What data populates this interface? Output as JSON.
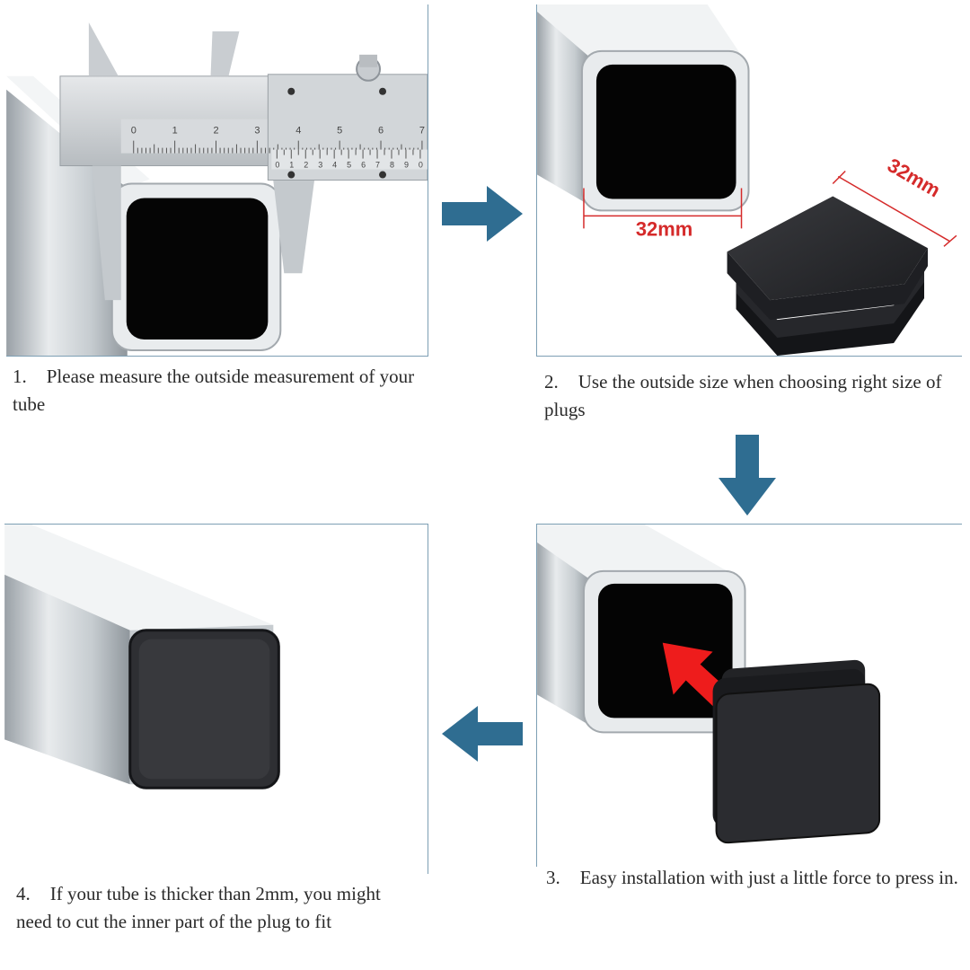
{
  "steps": [
    {
      "number": "1.",
      "text": "Please measure the outside measurement of your tube"
    },
    {
      "number": "2.",
      "text": "Use the outside size when choosing right size of plugs"
    },
    {
      "number": "3.",
      "text": "Easy installation with just a little force to press in."
    },
    {
      "number": "4.",
      "text": "If your tube is thicker than 2mm, you might need to cut the inner part of the plug to fit"
    }
  ],
  "dimensions": {
    "tube_width": "32mm",
    "plug_width": "32mm"
  },
  "caliper_scale": {
    "main": [
      "0",
      "1",
      "2",
      "3",
      "4",
      "5",
      "6",
      "7"
    ],
    "vernier": [
      "0",
      "1",
      "2",
      "3",
      "4",
      "5",
      "6",
      "7",
      "8",
      "9",
      "0"
    ]
  },
  "colors": {
    "arrow": "#2f6d91",
    "dimension": "#d52a2a",
    "panel_border": "#7d9fb4",
    "insert_arrow": "#ee1c1c"
  },
  "icons": {
    "flow_arrow_1": "arrow-right-icon",
    "flow_arrow_2": "arrow-down-icon",
    "flow_arrow_3": "arrow-left-icon"
  }
}
